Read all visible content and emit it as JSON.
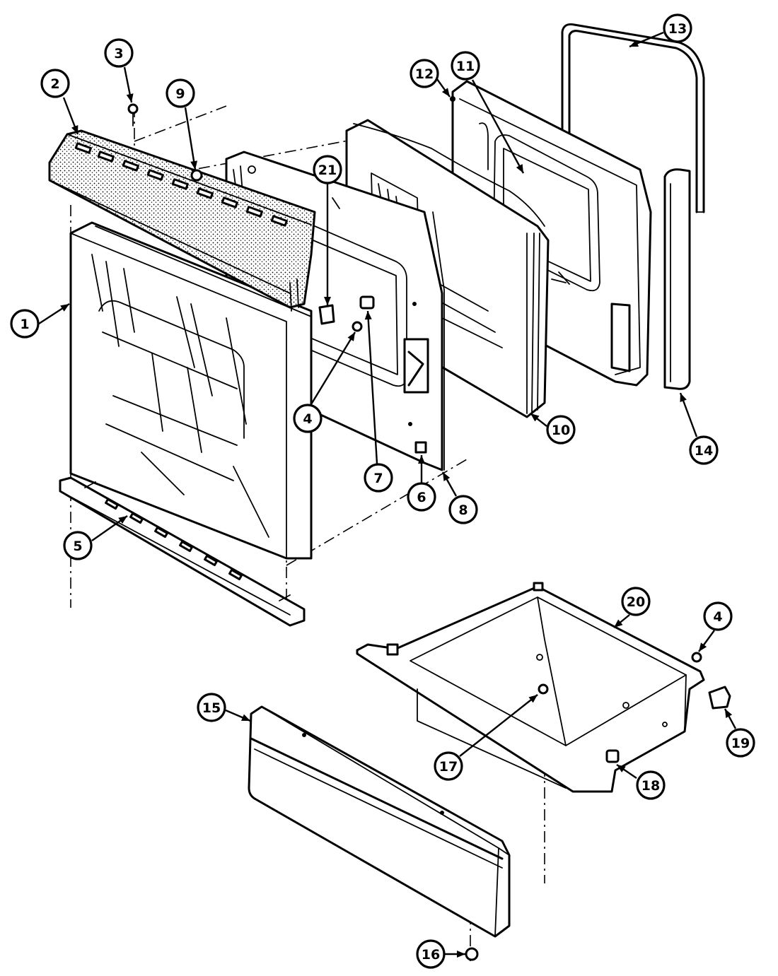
{
  "callouts": [
    {
      "id": "1",
      "label": "1"
    },
    {
      "id": "2",
      "label": "2"
    },
    {
      "id": "3",
      "label": "3"
    },
    {
      "id": "4a",
      "label": "4"
    },
    {
      "id": "4b",
      "label": "4"
    },
    {
      "id": "5",
      "label": "5"
    },
    {
      "id": "6",
      "label": "6"
    },
    {
      "id": "7",
      "label": "7"
    },
    {
      "id": "8",
      "label": "8"
    },
    {
      "id": "9",
      "label": "9"
    },
    {
      "id": "10",
      "label": "10"
    },
    {
      "id": "11",
      "label": "11"
    },
    {
      "id": "12",
      "label": "12"
    },
    {
      "id": "13",
      "label": "13"
    },
    {
      "id": "14",
      "label": "14"
    },
    {
      "id": "15",
      "label": "15"
    },
    {
      "id": "16",
      "label": "16"
    },
    {
      "id": "17",
      "label": "17"
    },
    {
      "id": "18",
      "label": "18"
    },
    {
      "id": "19",
      "label": "19"
    },
    {
      "id": "20",
      "label": "20"
    },
    {
      "id": "21",
      "label": "21"
    }
  ],
  "colors": {
    "ink": "#000000",
    "paper": "#ffffff"
  }
}
